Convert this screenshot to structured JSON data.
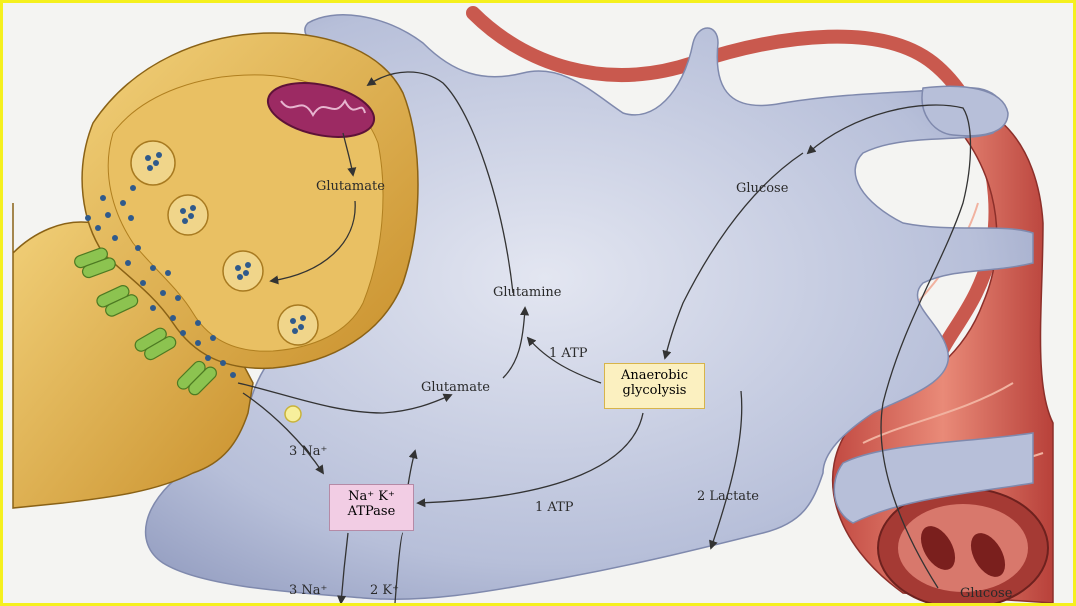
{
  "labels": {
    "glutamate_top": "Glutamate",
    "glucose_top": "Glucose",
    "glutamine": "Glutamine",
    "atp_upper": "1 ATP",
    "glutamate_mid": "Glutamate",
    "anaerobic_glycolysis": [
      "Anaerobic",
      "glycolysis"
    ],
    "na_in": "3 Na⁺",
    "pump": [
      "Na⁺ K⁺",
      "ATPase"
    ],
    "atp_lower": "1 ATP",
    "lactate": "2 Lactate",
    "na_out": "3 Na⁺",
    "k_in": "2 K⁺",
    "glucose_bottom": "Glucose"
  },
  "colors": {
    "astrocyte": "#b7bfd9",
    "neuron_terminal": "#e0b04c",
    "mitochondrion": "#9c2a63",
    "receptor": "#8cc350",
    "vesicle_dot": "#2f5a8c",
    "capillary": "#d86a5a",
    "arrow": "#333333"
  }
}
